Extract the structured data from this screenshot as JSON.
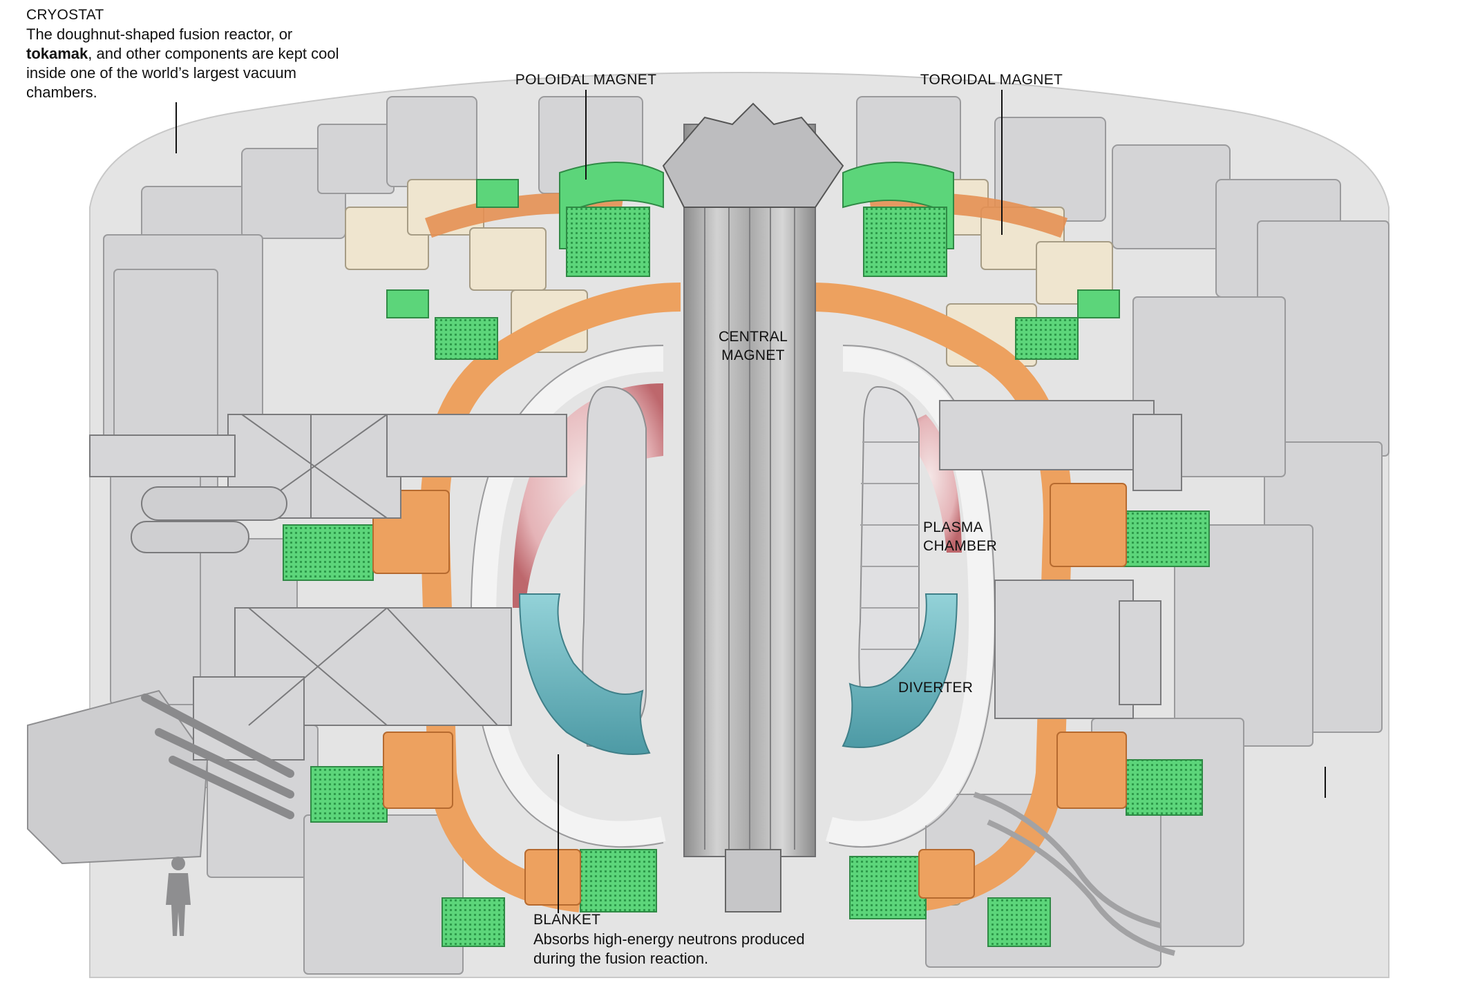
{
  "captions": {
    "cryostat": {
      "heading": "CRYOSTAT",
      "text_before": "The doughnut-shaped fusion reactor, or",
      "bold": "tokamak",
      "text_after": ", and other components are kept cool inside one of the world’s largest vacuum chambers."
    },
    "blanket": {
      "heading": "BLANKET",
      "text": "Absorbs high-energy neutrons produced during the fusion reaction."
    }
  },
  "labels": {
    "poloidal_magnet": "POLOIDAL MAGNET",
    "toroidal_magnet": "TOROIDAL MAGNET",
    "central_magnet_line1": "CENTRAL",
    "central_magnet_line2": "MAGNET",
    "plasma_chamber_line1": "PLASMA",
    "plasma_chamber_line2": "CHAMBER",
    "diverter": "DIVERTER"
  },
  "colors": {
    "cryostat_fill": "#e4e4e4",
    "equipment_grey": "#cfcfd1",
    "orange_magnet": "#eda15f",
    "green_coil": "#5cd57a",
    "beige_module": "#efe5cf",
    "teal_diverter": "#7cc1c9",
    "plasma_pink": "#e9b6b8",
    "central_column": "#b9b9b9"
  }
}
